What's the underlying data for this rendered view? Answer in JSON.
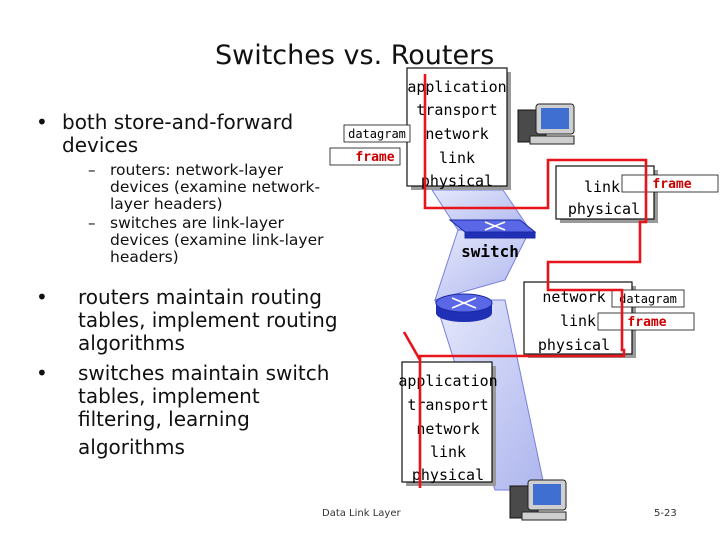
{
  "slide": {
    "title": "Switches vs. Routers",
    "bullets": [
      {
        "text_lines": [
          "both store-and-forward",
          "devices"
        ],
        "sub": [
          {
            "text_lines": [
              "routers: network-layer",
              "devices (examine network-",
              "layer headers)"
            ]
          },
          {
            "text_lines": [
              "switches are link-layer",
              "devices (examine link-layer",
              "headers)"
            ]
          }
        ]
      },
      {
        "text_lines": [
          "routers maintain routing",
          "tables, implement routing",
          "algorithms"
        ]
      },
      {
        "text_lines": [
          "switches maintain switch",
          "tables, implement",
          "filtering, learning",
          "algorithms"
        ]
      }
    ],
    "footer_left": "Data Link Layer",
    "footer_right": "5-23"
  },
  "diagram": {
    "top_host_stack": [
      "application",
      "transport",
      "network",
      "link",
      "physical"
    ],
    "bottom_host_stack": [
      "application",
      "transport",
      "network",
      "link",
      "physical"
    ],
    "switch_stack": [
      "link",
      "physical"
    ],
    "router_stack": [
      "network",
      "link",
      "physical"
    ],
    "switch_label": "switch",
    "pdu_datagram": "datagram",
    "pdu_frame": "frame",
    "colors": {
      "path": "#e8141b",
      "device": "#2a39d6",
      "box_shadow": "#9a9a9a",
      "link_fill": "#b8bff0"
    }
  }
}
